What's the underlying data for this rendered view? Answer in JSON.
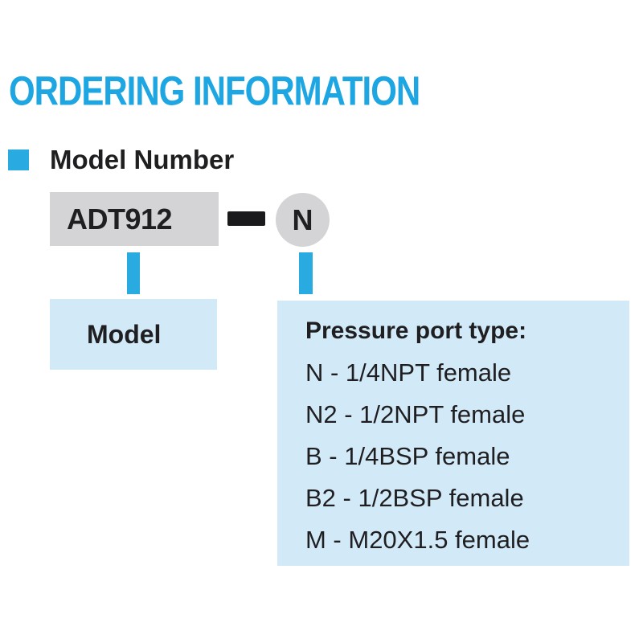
{
  "page": {
    "heading": "ORDERING INFORMATION"
  },
  "section": {
    "title": "Model Number"
  },
  "diagram": {
    "model_code": "ADT912",
    "port_code": "N",
    "model_label": "Model",
    "port_panel": {
      "title": "Pressure port type:",
      "options": [
        "N - 1/4NPT female",
        "N2 - 1/2NPT female",
        "B - 1/4BSP female",
        "B2 - 1/2BSP female",
        "M - M20X1.5 female"
      ]
    }
  },
  "colors": {
    "accent_cyan": "#29ABE2",
    "heading_cyan": "#1DA6E1",
    "panel_blue": "#D2E9F8",
    "box_gray": "#D4D4D6",
    "dash_black": "#1A1A1C",
    "text_black": "#1F1F21"
  }
}
